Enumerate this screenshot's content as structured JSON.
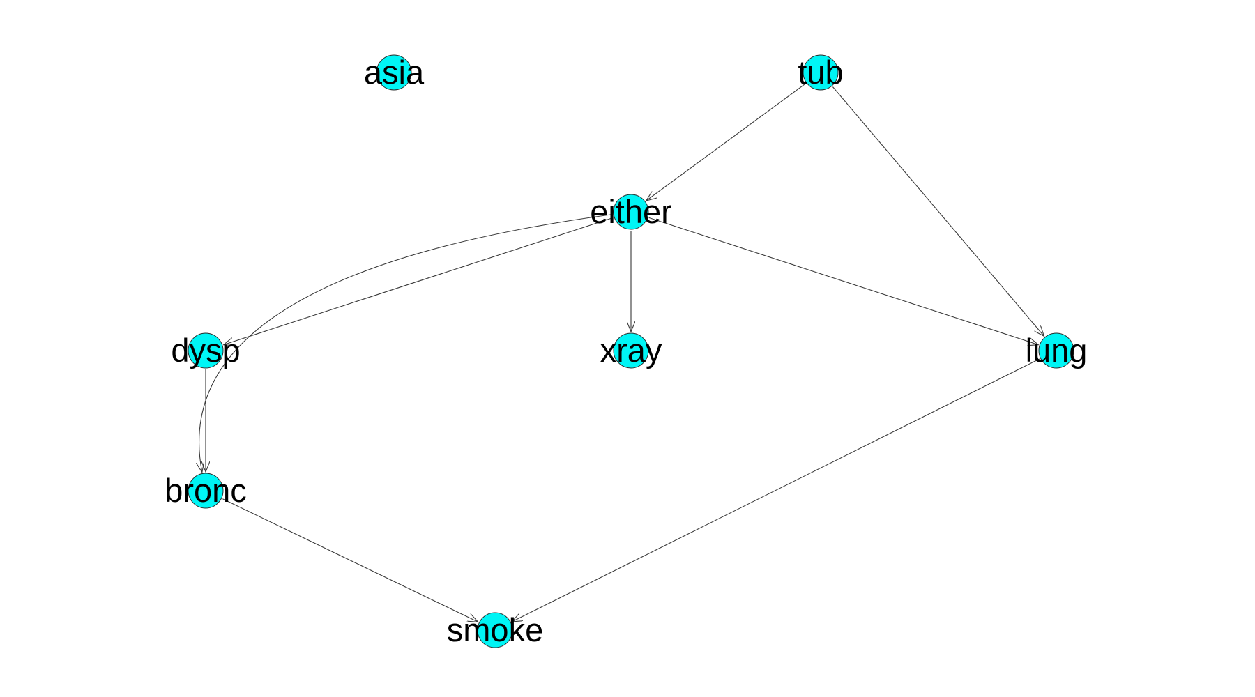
{
  "graph": {
    "node_color": "#00f5f5",
    "edge_color": "#3a3a3a",
    "directed": true,
    "nodes": [
      {
        "id": "asia",
        "label": "asia"
      },
      {
        "id": "tub",
        "label": "tub"
      },
      {
        "id": "either",
        "label": "either"
      },
      {
        "id": "dysp",
        "label": "dysp"
      },
      {
        "id": "xray",
        "label": "xray"
      },
      {
        "id": "lung",
        "label": "lung"
      },
      {
        "id": "bronc",
        "label": "bronc"
      },
      {
        "id": "smoke",
        "label": "smoke"
      }
    ],
    "edges": [
      {
        "from": "tub",
        "to": "either"
      },
      {
        "from": "tub",
        "to": "lung"
      },
      {
        "from": "either",
        "to": "xray"
      },
      {
        "from": "either",
        "to": "dysp"
      },
      {
        "from": "either",
        "to": "lung"
      },
      {
        "from": "either",
        "to": "bronc"
      },
      {
        "from": "dysp",
        "to": "bronc"
      },
      {
        "from": "bronc",
        "to": "smoke"
      },
      {
        "from": "lung",
        "to": "smoke"
      }
    ]
  }
}
